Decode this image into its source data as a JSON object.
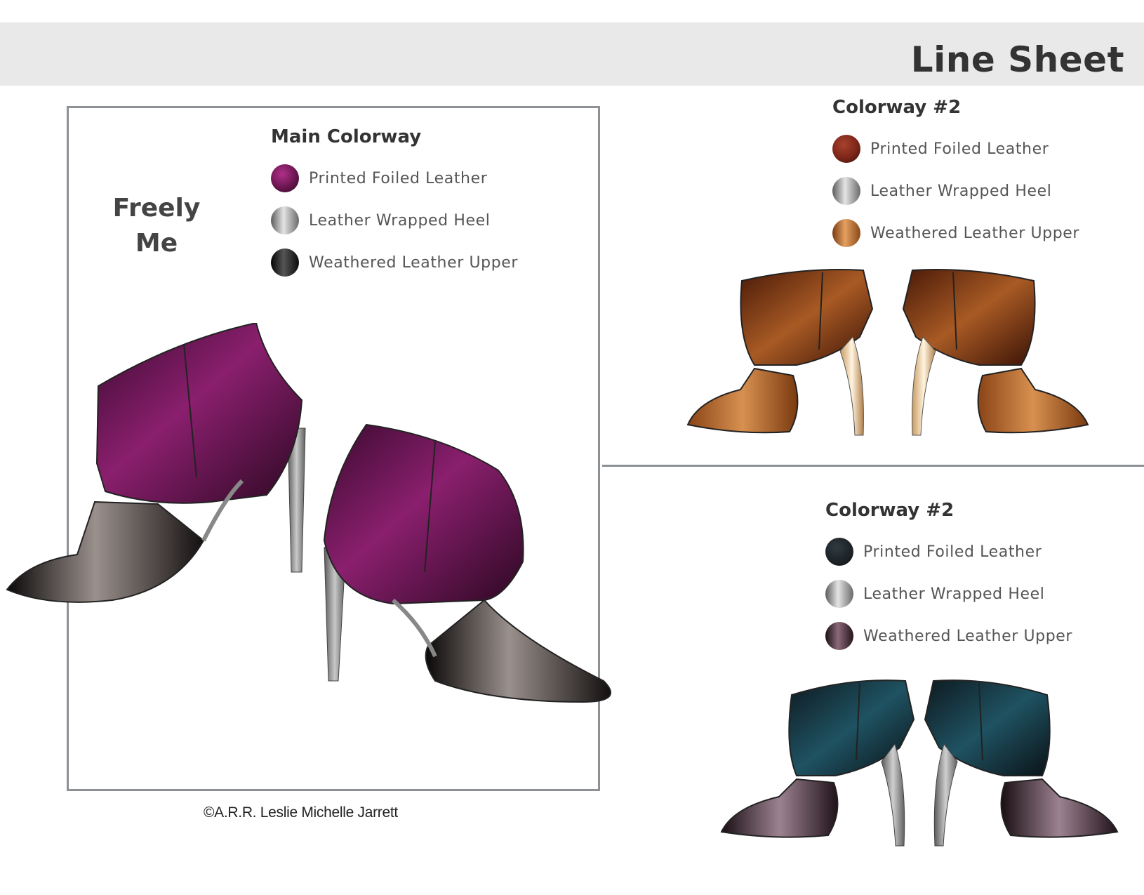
{
  "header": {
    "title": "Line Sheet"
  },
  "style_name": {
    "line1": "Freely",
    "line2": "Me"
  },
  "main_colorway": {
    "title": "Main Colorway",
    "items": [
      {
        "label": "Printed Foiled Leather",
        "swatch": "#6a1650",
        "icon": "purple-print-swatch-icon"
      },
      {
        "label": "Leather Wrapped Heel",
        "swatch": "#8e8e8e",
        "icon": "gray-heel-swatch-icon"
      },
      {
        "label": "Weathered Leather Upper",
        "swatch": "#151515",
        "icon": "black-leather-swatch-icon"
      }
    ]
  },
  "colorway_a": {
    "title": "Colorway #2",
    "items": [
      {
        "label": "Printed Foiled Leather",
        "swatch": "#7b2619",
        "icon": "red-print-swatch-icon"
      },
      {
        "label": "Leather Wrapped Heel",
        "swatch": "#8e8e8e",
        "icon": "gray-heel-swatch-icon"
      },
      {
        "label": "Weathered Leather Upper",
        "swatch": "#b0642a",
        "icon": "tan-leather-swatch-icon"
      }
    ]
  },
  "colorway_b": {
    "title": "Colorway #2",
    "items": [
      {
        "label": "Printed Foiled Leather",
        "swatch": "#1c2226",
        "icon": "dark-print-swatch-icon"
      },
      {
        "label": "Leather Wrapped Heel",
        "swatch": "#8e8e8e",
        "icon": "gray-heel-swatch-icon"
      },
      {
        "label": "Weathered Leather Upper",
        "swatch": "#3a2630",
        "icon": "plum-leather-swatch-icon"
      }
    ]
  },
  "credit": "©A.R.R. Leslie Michelle Jarrett",
  "colors": {
    "header_band": "#e9e9e9",
    "frame": "#8d9094",
    "main_upper": "#6a1650",
    "main_toe": "#8a7f7c",
    "colorway_a_upper": "#7b3a16",
    "colorway_a_toe": "#b0682a",
    "colorway_b_upper": "#173a44",
    "colorway_b_toe": "#6e5560"
  }
}
